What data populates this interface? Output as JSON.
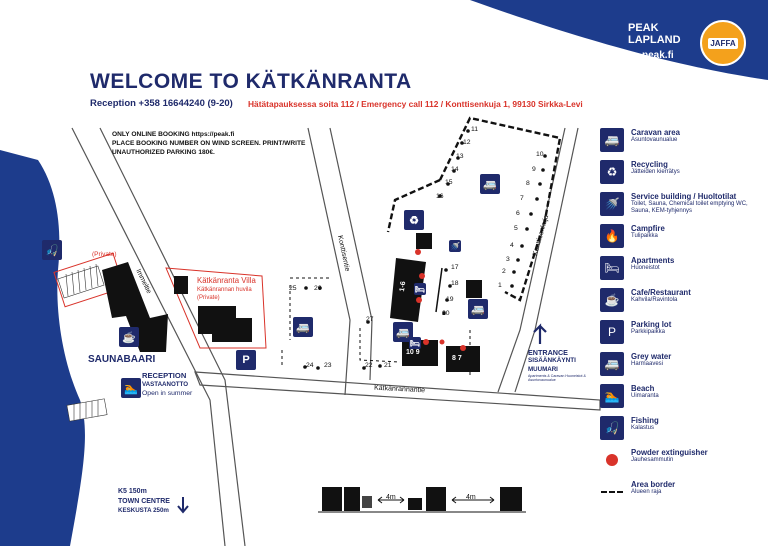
{
  "header": {
    "title": "WELCOME TO KÄTKÄNRANTA",
    "reception": "Reception +358 16644240 (9-20)",
    "emergency": "Hätätapauksessa soita 112 / Emergency call 112 / Konttisenkuja 1, 99130 Sirkka-Levi",
    "brand_line1": "PEAK",
    "brand_line2": "LAPLAND",
    "brand_url": "peak.fi",
    "partner_logo": "JAFFA"
  },
  "notice": {
    "line1": "ONLY ONLINE BOOKING https://peak.fi",
    "line2": "PLACE BOOKING NUMBER ON WIND SCREEN. PRINT/WRITE",
    "line3": "UNAUTHORIZED PARKING 180€."
  },
  "map": {
    "roads": [
      "Immeltie",
      "Konttisentie",
      "Kätkänrannantie",
      "Konttisenkuja"
    ],
    "private_label": "(Private)",
    "villa_name": "Kätkänranta Villa",
    "villa_sub": "Kätkänrannan huvila",
    "villa_private": "(Private)",
    "saunabaari": "SAUNABAARI",
    "reception_title": "RECEPTION",
    "reception_sub": "VASTAANOTTO",
    "reception_note": "Open in summer",
    "entrance_title": "ENTRANCE",
    "entrance_sub": "SISÄÄNKÄYNTI",
    "muumari_title": "MUUMARI",
    "muumari_sub": "Apartments & Caravan Huoneistot & Asuntovaunualue",
    "distance_k5": "K5 150m",
    "distance_town": "TOWN CENTRE",
    "distance_keskusta": "KESKUSTA 250m",
    "building_16": "1-6",
    "building_10_9": "10  9",
    "building_8_7": "8  7",
    "gap_label_1": "4m",
    "gap_label_2": "4m",
    "pitch_numbers": [
      "1",
      "2",
      "3",
      "4",
      "5",
      "6",
      "7",
      "8",
      "9",
      "10",
      "11",
      "12",
      "13",
      "14",
      "15",
      "16",
      "17",
      "18",
      "19",
      "20",
      "21",
      "22",
      "23",
      "24",
      "25",
      "26",
      "27"
    ]
  },
  "legend": [
    {
      "icon": "caravan-icon",
      "glyph": "🚐",
      "title": "Caravan area",
      "sub": "Asuntovaunualue"
    },
    {
      "icon": "recycling-icon",
      "glyph": "♻",
      "title": "Recycling",
      "sub": "Jätteiden kierrätys"
    },
    {
      "icon": "service-building-icon",
      "glyph": "🚿",
      "title": "Service building / Huoltotilat",
      "sub": "Toilet, Sauna, Chemical toilet emptying WC, Sauna, KEM-tyhjennys"
    },
    {
      "icon": "campfire-icon",
      "glyph": "🔥",
      "title": "Campfire",
      "sub": "Tulipaikka"
    },
    {
      "icon": "apartments-icon",
      "glyph": "🛏",
      "title": "Apartments",
      "sub": "Huoneistot"
    },
    {
      "icon": "cafe-icon",
      "glyph": "☕",
      "title": "Cafe/Restaurant",
      "sub": "Kahvila/Ravintola"
    },
    {
      "icon": "parking-icon",
      "glyph": "P",
      "title": "Parking lot",
      "sub": "Parkkipaikka"
    },
    {
      "icon": "grey-water-icon",
      "glyph": "🚐",
      "title": "Grey water",
      "sub": "Harmaavesi"
    },
    {
      "icon": "beach-icon",
      "glyph": "🏊",
      "title": "Beach",
      "sub": "Uimaranta"
    },
    {
      "icon": "fishing-icon",
      "glyph": "🎣",
      "title": "Fishing",
      "sub": "Kalastus"
    },
    {
      "icon": "extinguisher-icon",
      "glyph": "",
      "title": "Powder extinguisher",
      "sub": "Jauhesammutin"
    },
    {
      "icon": "area-border-icon",
      "glyph": "",
      "title": "Area border",
      "sub": "Alueen raja"
    }
  ],
  "colors": {
    "navy": "#1f2a6b",
    "red": "#d9332a",
    "lake": "#1d3c8c",
    "road": "#ffffff"
  }
}
